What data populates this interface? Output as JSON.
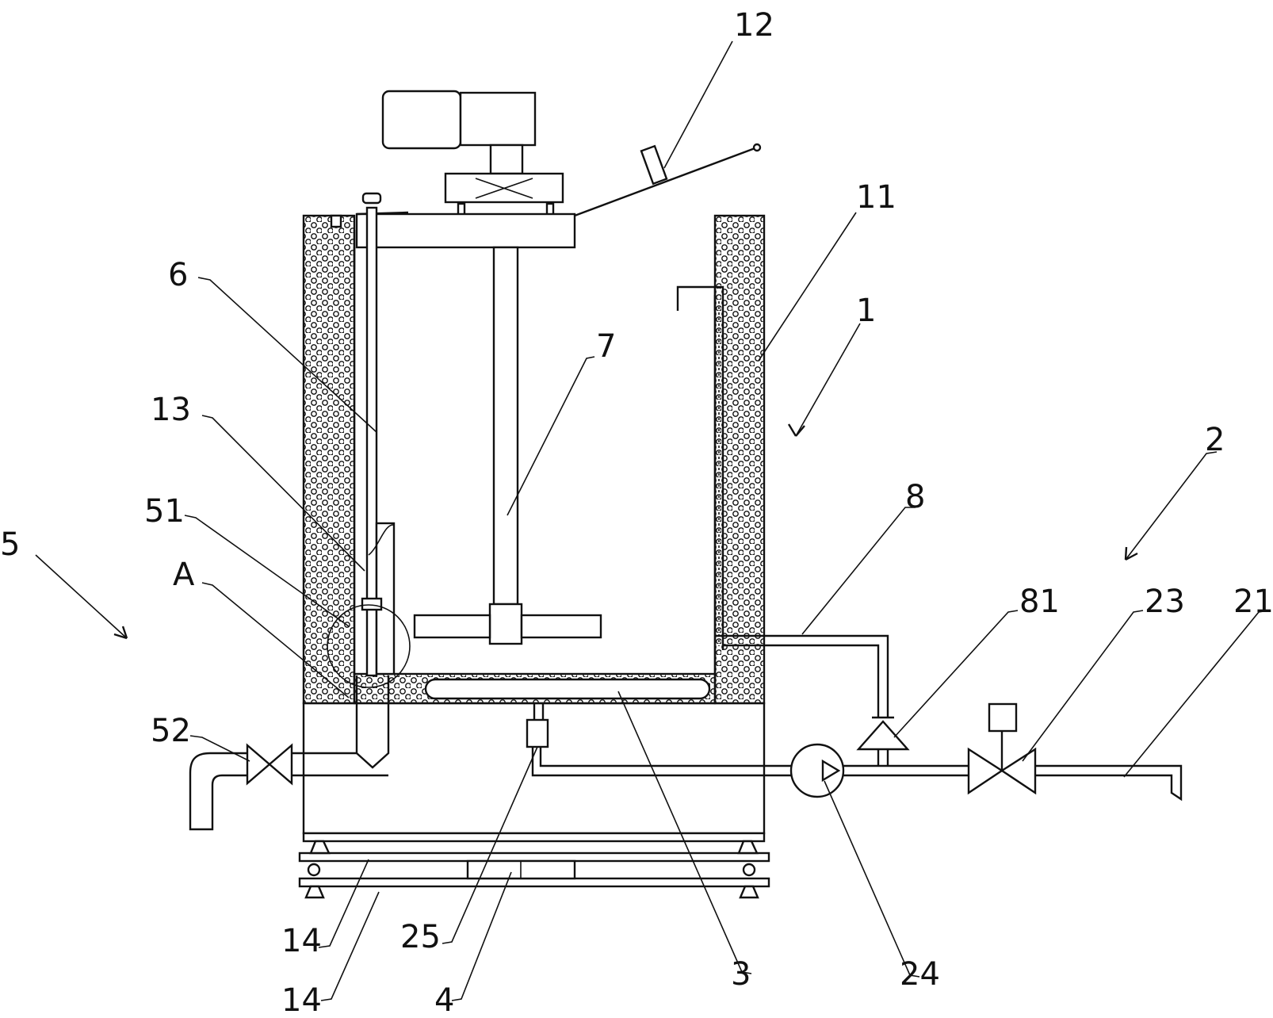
{
  "labels": {
    "l12": "12",
    "l11": "11",
    "l1": "1",
    "l6": "6",
    "l7": "7",
    "l13": "13",
    "l2": "2",
    "l8": "8",
    "l51": "51",
    "l5": "5",
    "lA": "A",
    "l81": "81",
    "l23": "23",
    "l21": "21",
    "l52": "52",
    "l14a": "14",
    "l25": "25",
    "l14b": "14",
    "l4": "4",
    "l3": "3",
    "l24": "24"
  },
  "colors": {
    "line": "#111111",
    "background": "#ffffff"
  }
}
